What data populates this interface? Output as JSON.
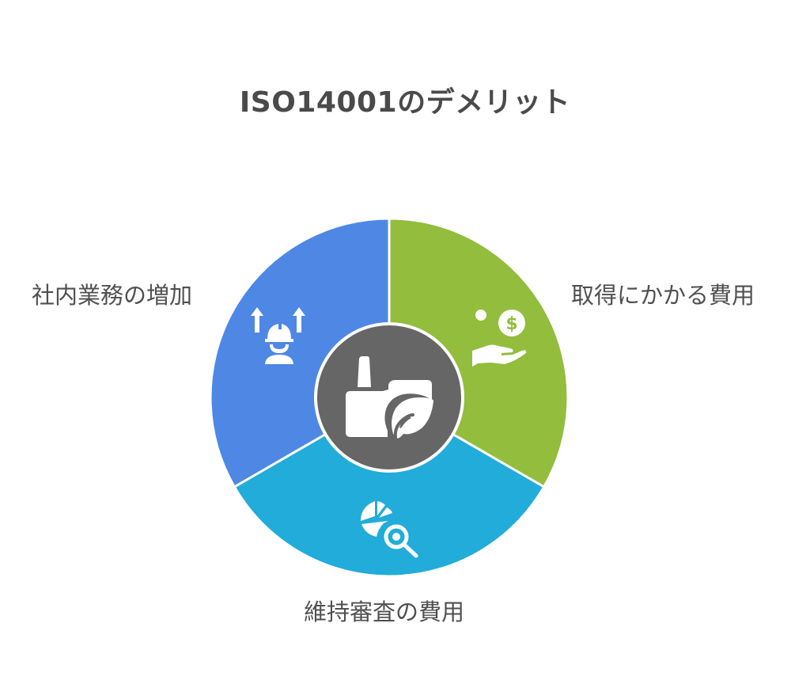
{
  "title": "ISO14001のデメリット",
  "center": {
    "icon": "factory-leaf-icon",
    "color": "#666666"
  },
  "segments": [
    {
      "label": "取得にかかる費用",
      "icon": "hand-money-icon",
      "color": "#93bd3c",
      "position": "right"
    },
    {
      "label": "維持審査の費用",
      "icon": "pie-chart-search-icon",
      "color": "#21acd9",
      "position": "bottom"
    },
    {
      "label": "社内業務の増加",
      "icon": "worker-arrows-up-icon",
      "color": "#4e88e4",
      "position": "left"
    }
  ]
}
